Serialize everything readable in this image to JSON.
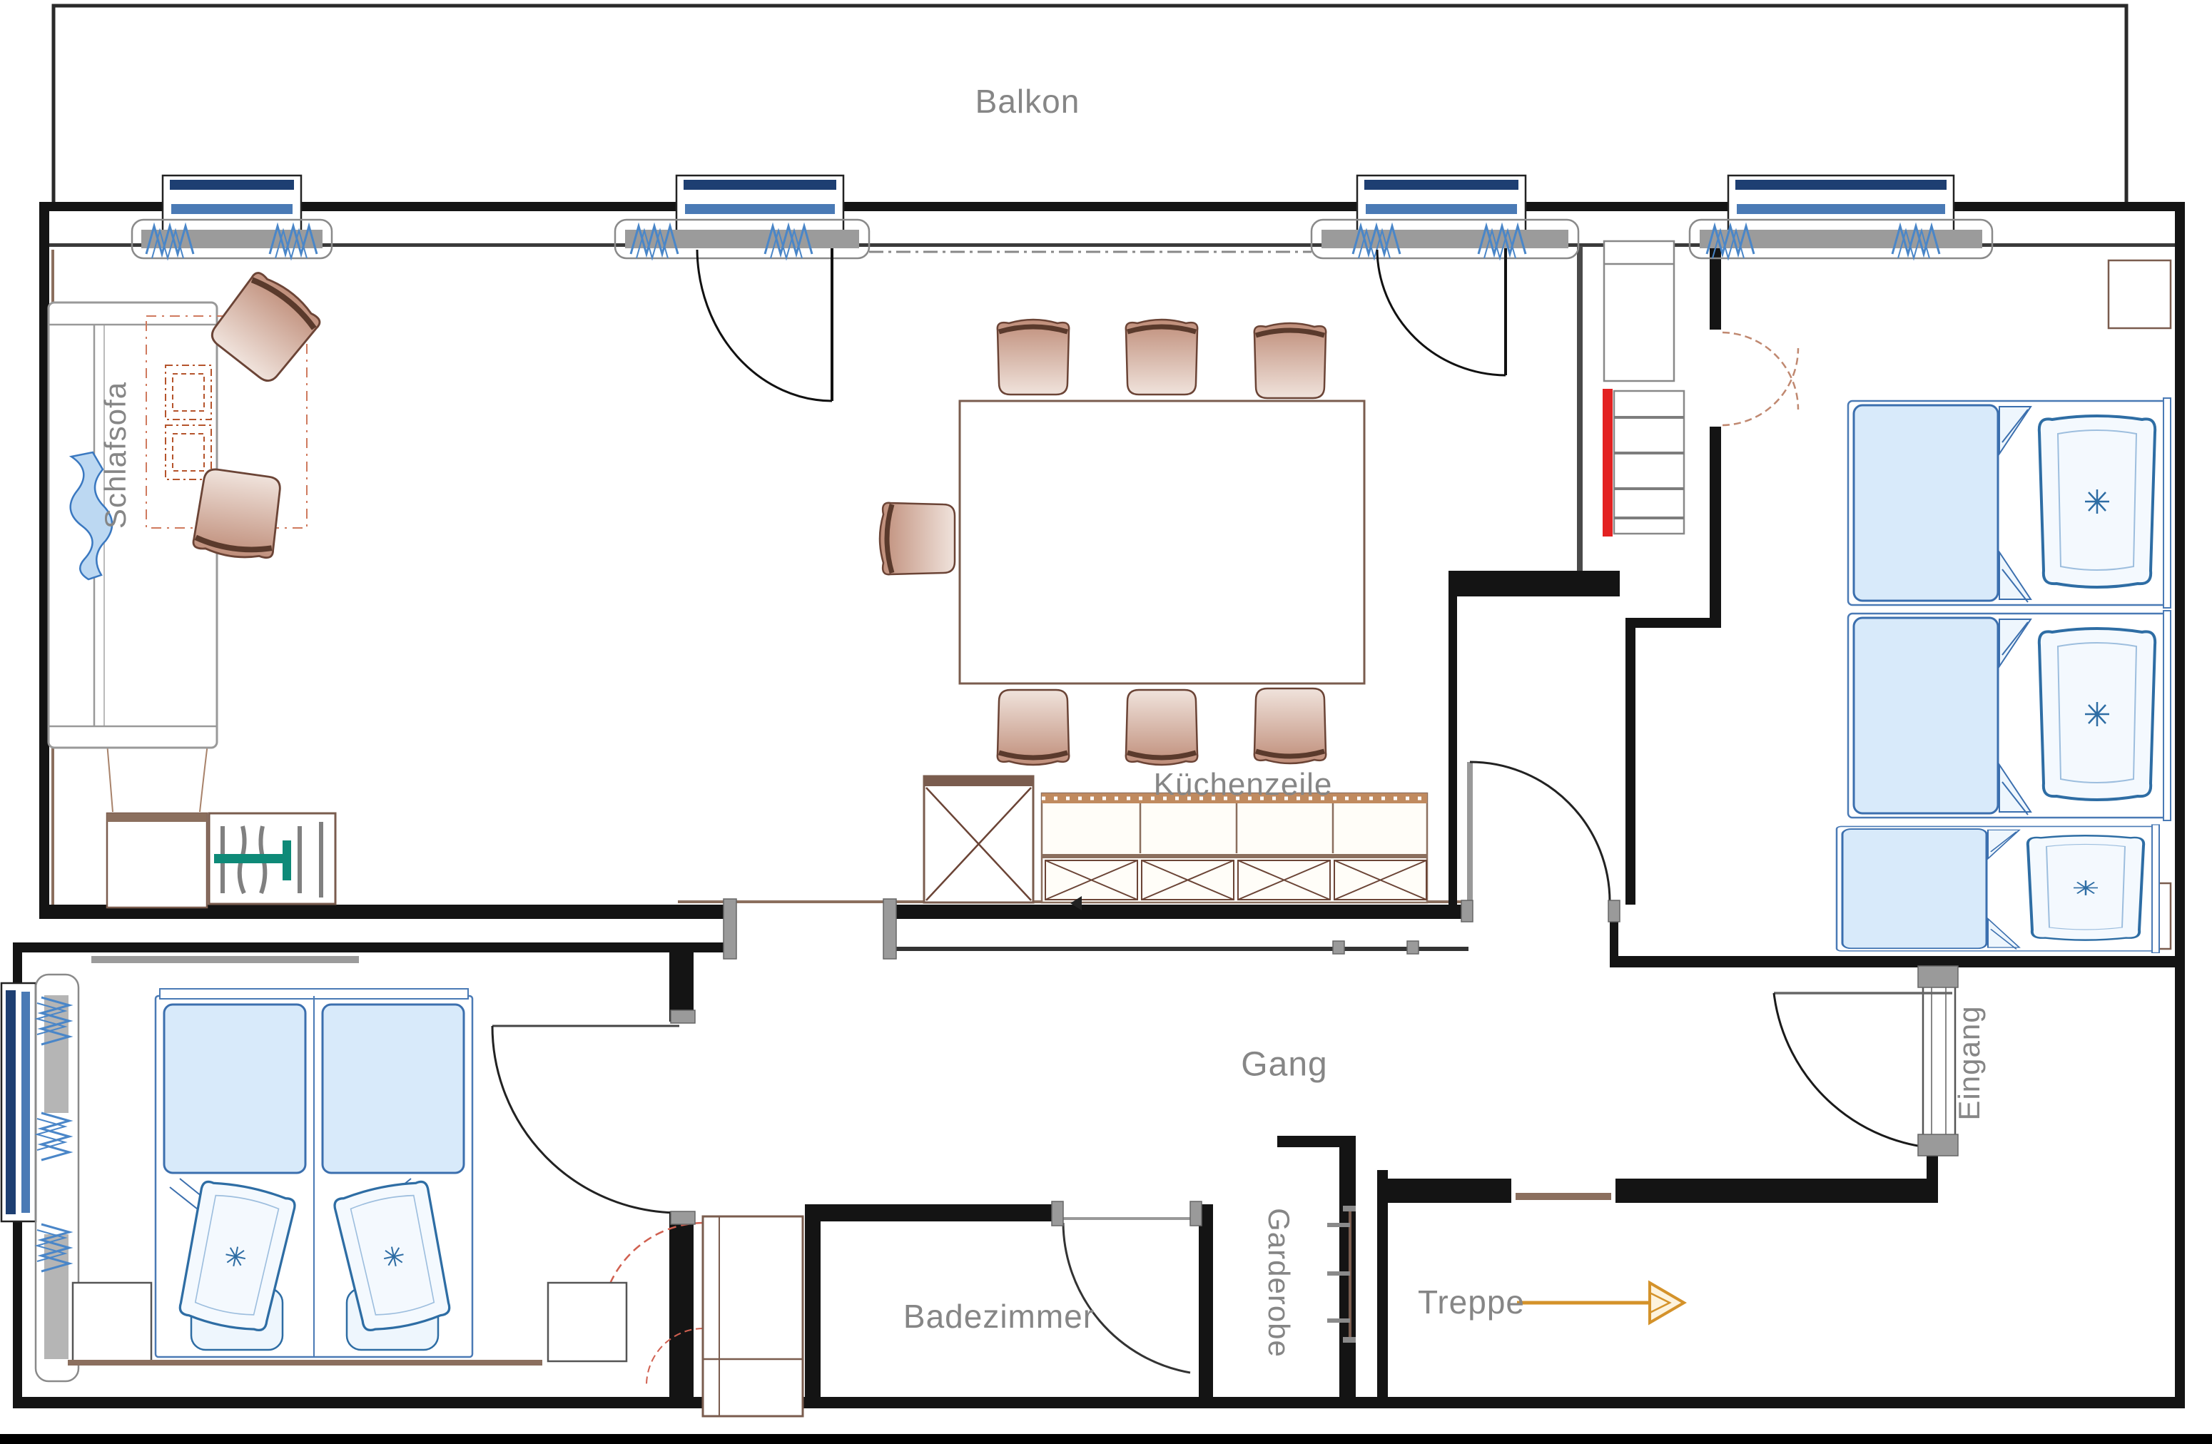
{
  "labels": {
    "balcony": "Balkon",
    "sleeper_sofa": "Schlafsofa",
    "kitchenette": "Küchenzeile",
    "hallway": "Gang",
    "bathroom": "Badezimmer",
    "wardrobe": "Garderobe",
    "stairs": "Treppe",
    "entrance": "Eingang"
  },
  "colors": {
    "wall_black": "#141414",
    "wood_brown": "#8B6F5E",
    "window_navy": "#1e3f72",
    "window_blue": "#4a7ab5",
    "radiator_gray": "#9b9b9b",
    "zigzag_blue": "#4a86c8",
    "bed_outline_blue": "#2e6da4",
    "mattress_blue": "#d8eafa",
    "chair_tan": "#bf8d79",
    "accent_red": "#e32222",
    "accent_teal": "#0e8a78",
    "stairs_arrow": "#d4922a",
    "label_gray": "#868686"
  }
}
